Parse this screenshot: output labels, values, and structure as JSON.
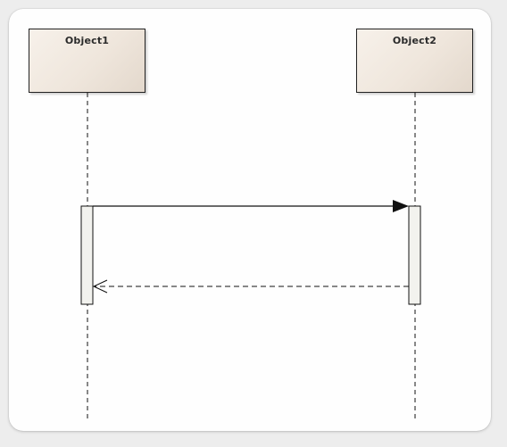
{
  "diagram": {
    "type": "sequence",
    "lifelines": [
      {
        "id": "object1",
        "label": "Object1"
      },
      {
        "id": "object2",
        "label": "Object2"
      }
    ],
    "messages": [
      {
        "from": "object1",
        "to": "object2",
        "kind": "synchronous-call",
        "label": ""
      },
      {
        "from": "object2",
        "to": "object1",
        "kind": "return",
        "label": ""
      }
    ],
    "colors": {
      "box_fill": "#efe6dc",
      "line": "#111111",
      "activation_fill": "#f2f2ee",
      "background": "#fefefe"
    }
  }
}
